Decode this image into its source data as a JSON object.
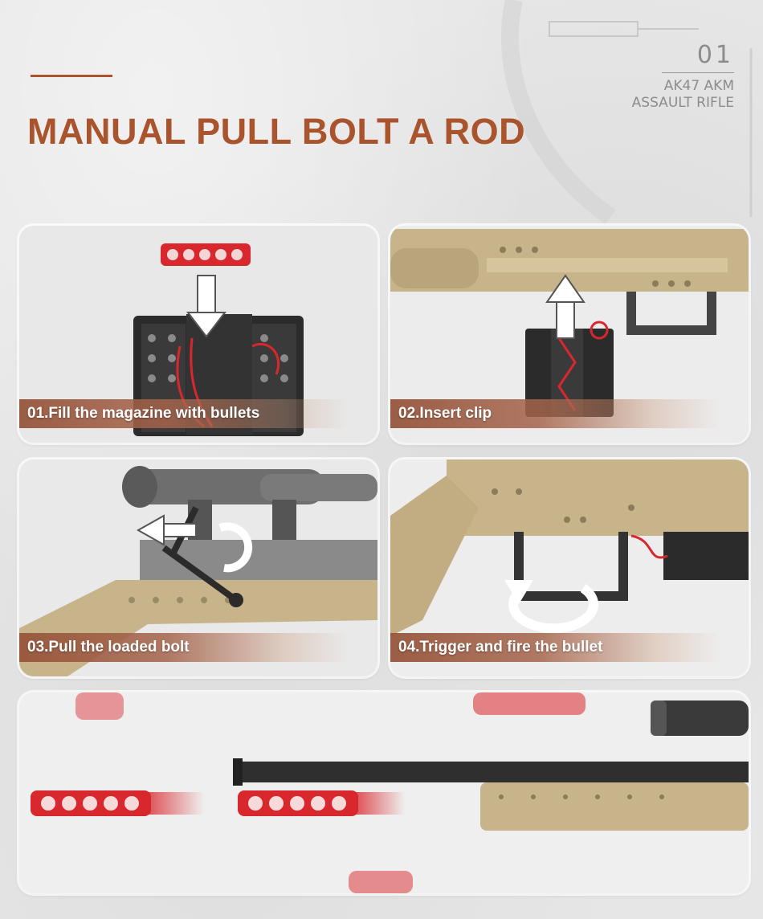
{
  "header": {
    "title": "MANUAL PULL BOLT A ROD",
    "number": "01",
    "subtitle_line1": "AK47 AKM",
    "subtitle_line2": "ASSAULT RIFLE"
  },
  "steps": [
    {
      "caption": "01.Fill the magazine with bullets"
    },
    {
      "caption": "02.Insert clip"
    },
    {
      "caption": "03.Pull the loaded bolt"
    },
    {
      "caption": "04.Trigger and fire the bullet"
    }
  ],
  "colors": {
    "accent": "#a9542d",
    "bullet_red": "#d9272e",
    "body_tan": "#c8b48a",
    "dark_part": "#2b2b2b",
    "caption_bg": "#96553c"
  },
  "icons": [
    "arrow-down-icon",
    "arrow-up-icon",
    "arrow-left-icon",
    "rotate-arrow-icon"
  ]
}
